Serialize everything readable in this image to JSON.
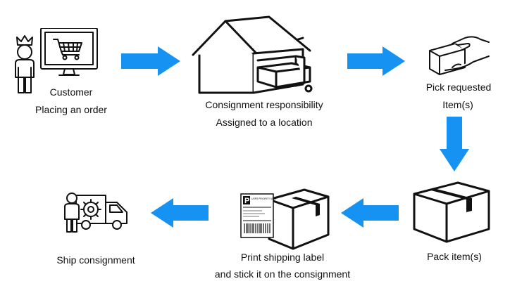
{
  "steps": {
    "customer": {
      "line1": "Customer",
      "line2": "Placing an order",
      "icon": "customer-computer-cart-icon"
    },
    "consignment": {
      "line1": "Consignment responsibility",
      "line2": "Assigned to a location",
      "icon": "warehouse-icon"
    },
    "pick": {
      "line1": "Pick requested",
      "line2": "Item(s)",
      "icon": "hands-picking-box-icon"
    },
    "pack": {
      "line1": "Pack item(s)",
      "icon": "taped-box-icon"
    },
    "label": {
      "line1": "Print shipping label",
      "line2": "and stick it on the consignment",
      "icon": "box-with-shipping-label-icon",
      "label_header": "P",
      "label_text": "USPS PRIORITY MAIL"
    },
    "ship": {
      "line1": "Ship consignment",
      "icon": "delivery-person-truck-icon"
    }
  },
  "colors": {
    "arrow": "#1592f2",
    "stroke": "#111111"
  }
}
